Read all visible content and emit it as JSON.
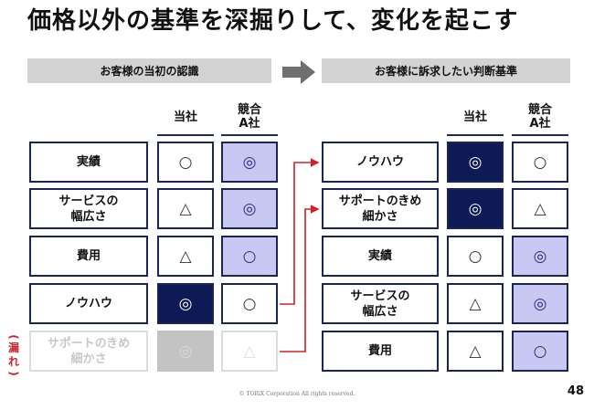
{
  "title": "価格以外の基準を深掘りして、変化を起こす",
  "left_section": {
    "header": "お客様の当初の認識",
    "col_self": "当社",
    "col_rival_line1": "競合",
    "col_rival_line2": "A社",
    "rows": [
      {
        "label1": "実績",
        "label2": "",
        "self": "○",
        "rival": "◎"
      },
      {
        "label1": "サービスの",
        "label2": "幅広さ",
        "self": "△",
        "rival": "◎"
      },
      {
        "label1": "費用",
        "label2": "",
        "self": "△",
        "rival": "○"
      },
      {
        "label1": "ノウハウ",
        "label2": "",
        "self": "◎",
        "rival": "○"
      }
    ],
    "leaked_row": {
      "label1": "サポートのきめ",
      "label2": "細かさ",
      "self": "◎",
      "rival": "△"
    },
    "leak_tag_open": "(",
    "leak_tag_chars": [
      "漏",
      "れ"
    ],
    "leak_tag_close": ")"
  },
  "right_section": {
    "header": "お客様に訴求したい判断基準",
    "col_self": "当社",
    "col_rival_line1": "競合",
    "col_rival_line2": "A社",
    "rows": [
      {
        "label1": "ノウハウ",
        "label2": "",
        "self": "◎",
        "rival": "○"
      },
      {
        "label1": "サポートのきめ",
        "label2": "細かさ",
        "self": "◎",
        "rival": "△"
      },
      {
        "label1": "実績",
        "label2": "",
        "self": "○",
        "rival": "◎"
      },
      {
        "label1": "サービスの",
        "label2": "幅広さ",
        "self": "△",
        "rival": "◎"
      },
      {
        "label1": "費用",
        "label2": "",
        "self": "△",
        "rival": "○"
      }
    ]
  },
  "footer": "© TORiX Corporation All rights reserved.",
  "page_number": "48",
  "colors": {
    "navy": "#0e1a55",
    "lavender": "#c9c8f2",
    "border": "#1b2452",
    "header_gray": "#d3d3d3",
    "arrow_red": "#d0202a",
    "leak_red": "#c6262c"
  }
}
